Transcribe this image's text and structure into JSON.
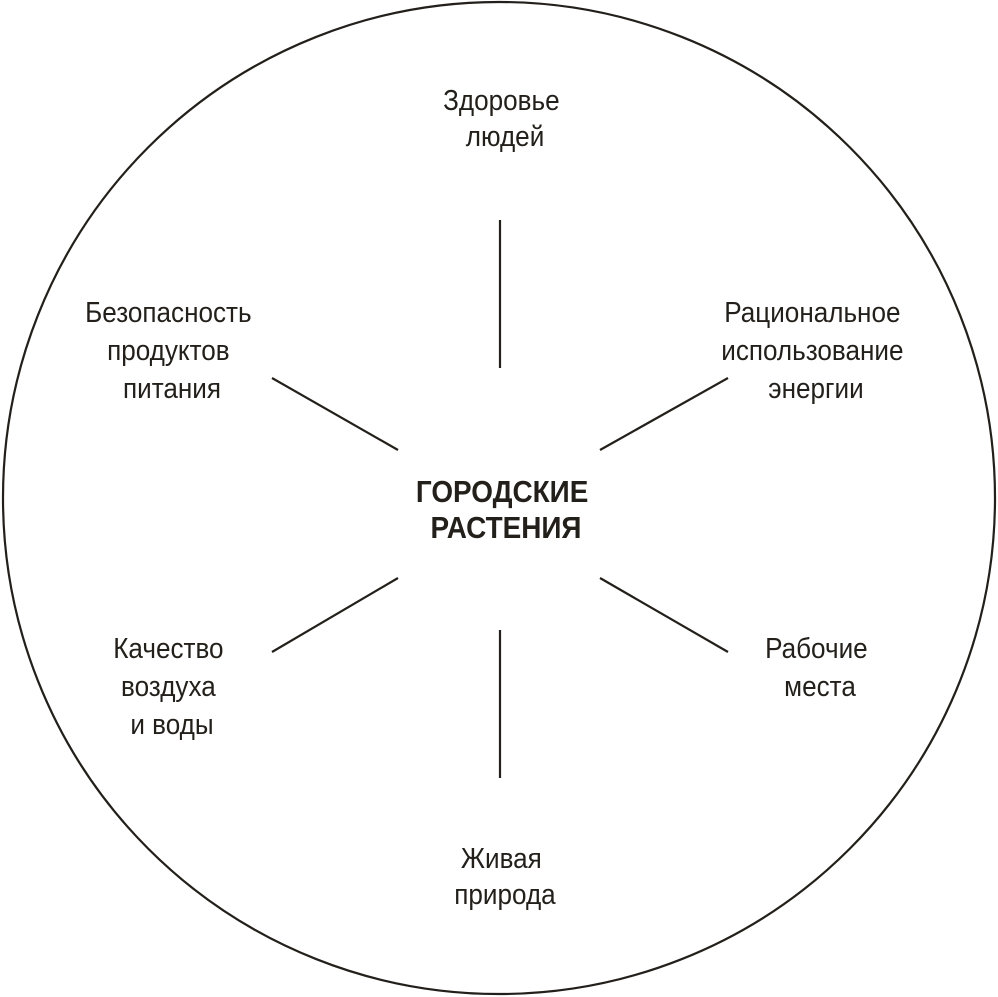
{
  "center": {
    "lines": [
      "ГОРОДСКИЕ",
      "РАСТЕНИЯ"
    ]
  },
  "nodes": [
    {
      "id": "health",
      "lines": [
        "Здоровье",
        "людей"
      ]
    },
    {
      "id": "energy",
      "lines": [
        "Рациональное",
        "использование",
        "энергии"
      ]
    },
    {
      "id": "jobs",
      "lines": [
        "Рабочие",
        "места"
      ]
    },
    {
      "id": "wildlife",
      "lines": [
        "Живая",
        "природа"
      ]
    },
    {
      "id": "air-water",
      "lines": [
        "Качество",
        "воздуха",
        "и воды"
      ]
    },
    {
      "id": "food-safety",
      "lines": [
        "Безопасность",
        "продуктов",
        "питания"
      ]
    }
  ],
  "colors": {
    "ink": "#231f1a",
    "background": "#ffffff"
  }
}
